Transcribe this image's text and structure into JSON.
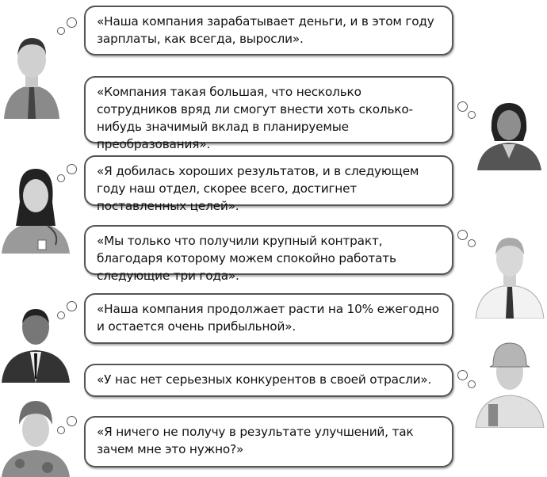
{
  "quotes": [
    {
      "text": "«Наша компания зарабатывает деньги, и в этом году зарплаты, как всегда, выросли».",
      "person": "man-in-shirt-and-tie",
      "side": "left"
    },
    {
      "text": "«Компания такая большая, что несколько сотрудников вряд ли смогут внести хоть сколько-нибудь значимый вклад в планируемые преобразования».",
      "person": "woman-in-suit",
      "side": "right"
    },
    {
      "text": "«Я добилась хороших результатов, и в следующем году наш отдел, скорее всего, достигнет поставленных целей».",
      "person": "nurse-with-stethoscope",
      "side": "left"
    },
    {
      "text": "«Мы только что получили крупный контракт, благодаря которому можем спокойно работать следующие три года».",
      "person": "man-in-white-shirt",
      "side": "right"
    },
    {
      "text": "«Наша компания продолжает расти на 10% ежегодно и остается очень прибыльной».",
      "person": "businessman-in-dark-suit",
      "side": "left"
    },
    {
      "text": "«У нас нет серьезных конкурентов в своей отрасли».",
      "person": "construction-worker-in-hard-hat",
      "side": "right"
    },
    {
      "text": "«Я ничего не получу в результате улучшений, так зачем мне это нужно?»",
      "person": "soldier-in-camouflage",
      "side": "left"
    }
  ]
}
